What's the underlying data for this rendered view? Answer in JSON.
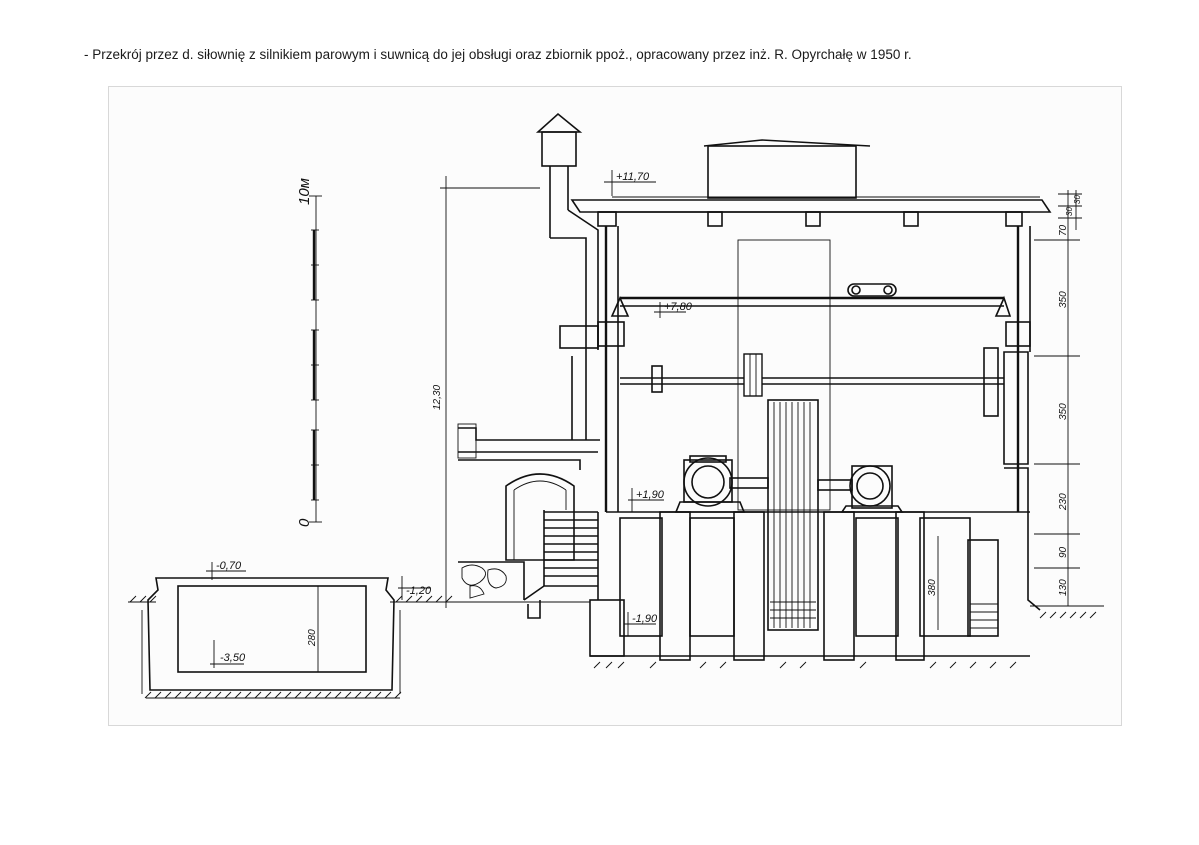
{
  "caption": "- Przekrój przez d. siłownię z silnikiem parowym i suwnicą do jej obsługi oraz zbiornik ppoż., opracowany przez inż. R. Opyrchałę w 1950 r.",
  "scale_bar": {
    "top_label": "10м",
    "bottom_label": "0"
  },
  "levels": {
    "roof": "+11,70",
    "crane": "+7,80",
    "floor": "+1,90",
    "basement": "-1,90",
    "ground": "-1,20",
    "tank_top": "-0,70",
    "tank_bottom": "-3,50"
  },
  "dimensions": {
    "total_height": "12,30",
    "right_chain": [
      "30",
      "30",
      "70",
      "350",
      "350",
      "230",
      "90",
      "130"
    ],
    "basement_height": "380",
    "tank_height": "280"
  }
}
